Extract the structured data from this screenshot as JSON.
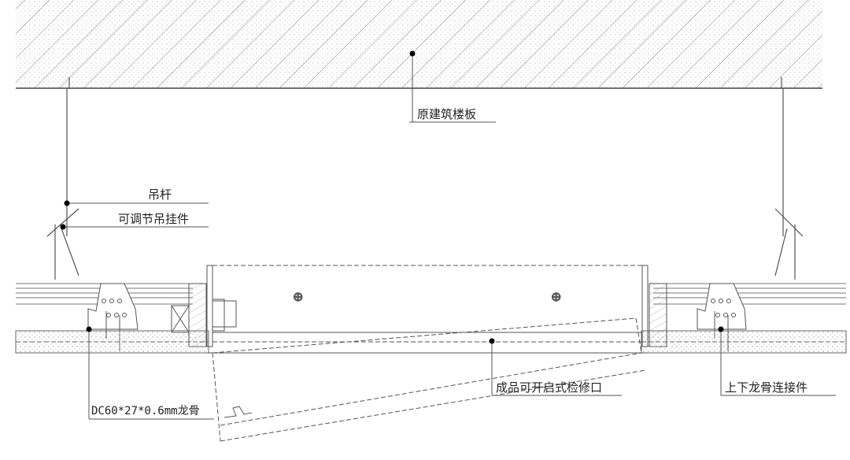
{
  "labels": {
    "slab": "原建筑楼板",
    "rod": "吊杆",
    "hanger": "可调节吊挂件",
    "keel": "DC60*27*0.6mm龙骨",
    "access_panel": "成品可开启式检修口",
    "connector": "上下龙骨连接件"
  },
  "colors": {
    "line": "#555555",
    "text": "#222222",
    "dot": "#000000"
  }
}
